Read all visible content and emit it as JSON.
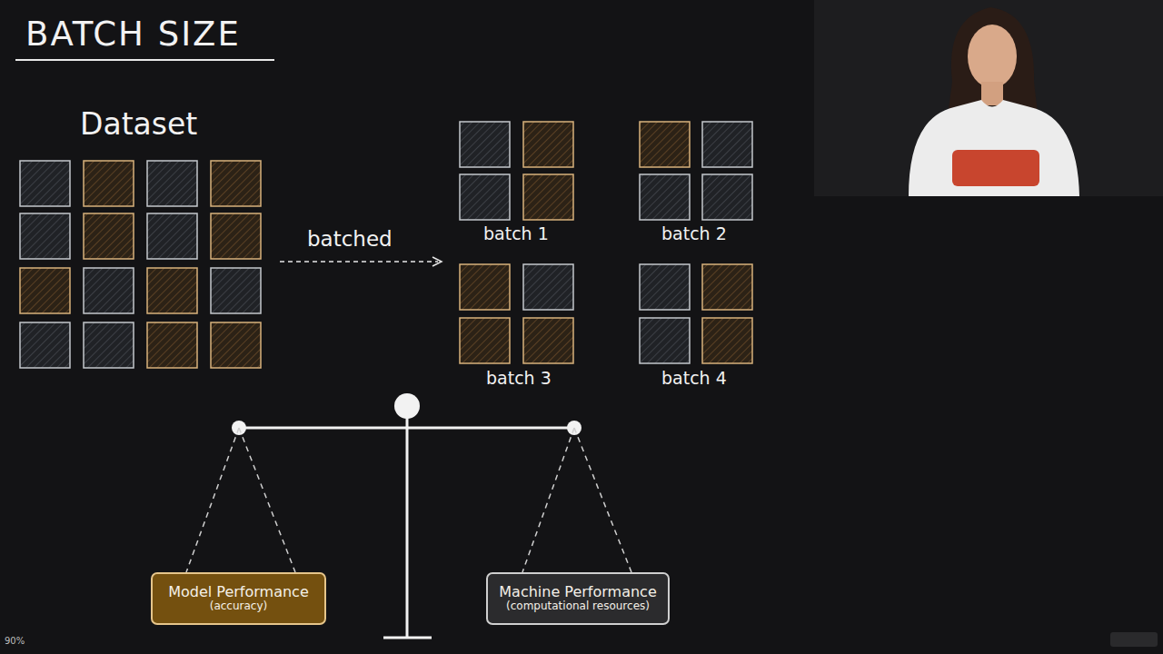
{
  "diagram": {
    "title": "BATCH SIZE",
    "nodes": [
      {
        "text": [
          "Model Performance",
          "(accuracy)"
        ]
      },
      {
        "text": [
          "Machine Performance",
          "(computational resources)"
        ]
      }
    ],
    "labels": [
      "Dataset",
      "batched",
      "batch 1",
      "batch 2",
      "batch 3",
      "batch 4",
      "90%"
    ]
  }
}
